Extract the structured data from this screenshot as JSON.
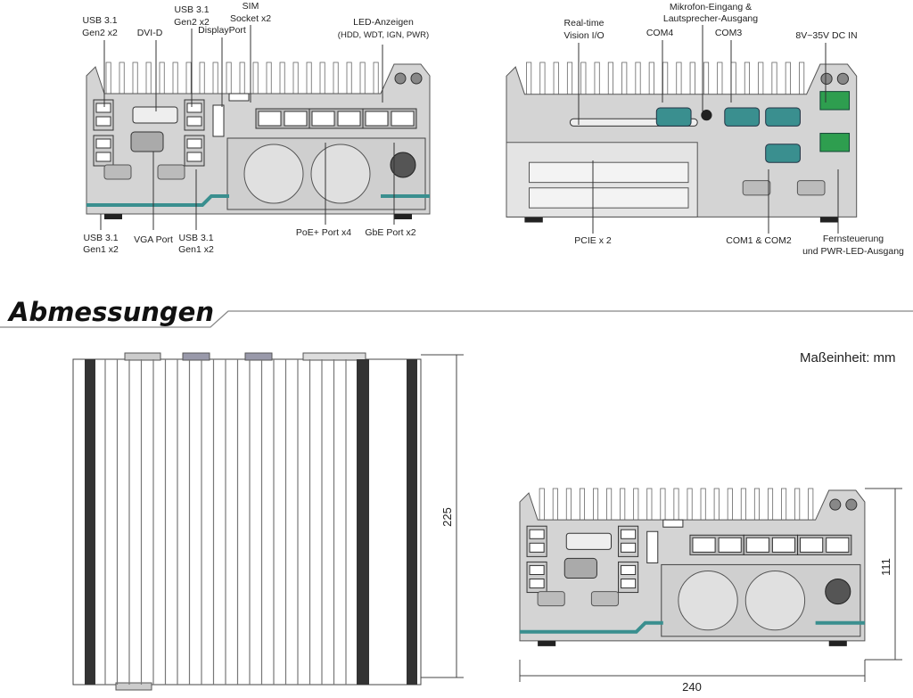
{
  "front_labels": {
    "usb_gen2_a": [
      "USB 3.1",
      "Gen2 x2"
    ],
    "dvi": "DVI-D",
    "usb_gen2_b": [
      "USB 3.1",
      "Gen2 x2"
    ],
    "displayport": "DisplayPort",
    "sim": [
      "SIM",
      "Socket x2"
    ],
    "led": [
      "LED-Anzeigen",
      "(HDD, WDT, IGN, PWR)"
    ],
    "usb_gen1_a": [
      "USB 3.1",
      "Gen1 x2"
    ],
    "vga": "VGA Port",
    "usb_gen1_b": [
      "USB 3.1",
      "Gen1 x2"
    ],
    "poe": "PoE+ Port x4",
    "gbe": "GbE Port x2"
  },
  "back_labels": {
    "vision": [
      "Real-time",
      "Vision I/O"
    ],
    "com4": "COM4",
    "audio": [
      "Mikrofon-Eingang &",
      "Lautsprecher-Ausgang"
    ],
    "com3": "COM3",
    "dc_in": "8V~35V DC IN",
    "pcie": "PCIE x 2",
    "com12": "COM1 & COM2",
    "remote": [
      "Fernsteuerung",
      "und PWR-LED-Ausgang"
    ]
  },
  "section": {
    "title": "Abmessungen",
    "unit": "Maßeinheit: mm"
  },
  "dimensions": {
    "depth": "225",
    "height": "111",
    "width": "240"
  },
  "colors": {
    "body": "#d4d4d4",
    "accent_teal": "#3a8f8f",
    "terminal_green": "#2e9e4f",
    "dark": "#333333"
  }
}
